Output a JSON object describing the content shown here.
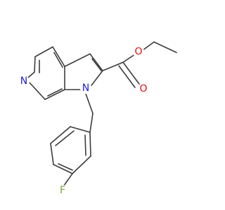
{
  "molecule": {
    "atoms": {
      "nitrogen_pyridine": {
        "symbol": "N",
        "color": "#1f1fd8"
      },
      "nitrogen_pyrrole": {
        "symbol": "N",
        "color": "#1f1fd8"
      },
      "oxygen_ester": {
        "symbol": "O",
        "color": "#e01010"
      },
      "oxygen_carbonyl": {
        "symbol": "O",
        "color": "#e01010"
      },
      "fluorine": {
        "symbol": "F",
        "color": "#7aa83a"
      }
    },
    "bond_color": "#3c3c3c",
    "background": "#ffffff"
  }
}
